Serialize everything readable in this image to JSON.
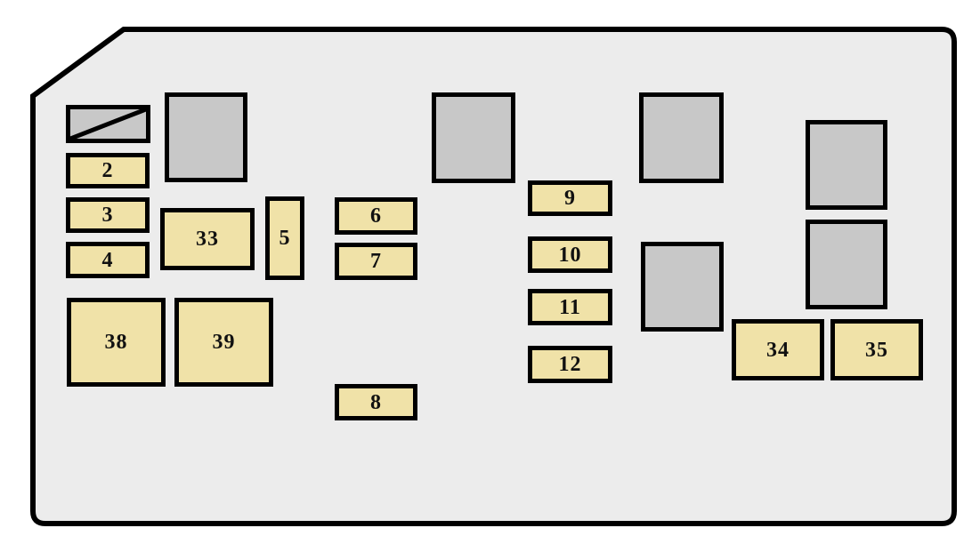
{
  "colors": {
    "page_bg": "#ffffff",
    "panel_fill": "#ececec",
    "panel_border": "#000000",
    "fuse_fill": "#f0e2a8",
    "relay_fill": "#c8c8c8",
    "box_border": "#000000"
  },
  "fuses": [
    {
      "label": "2"
    },
    {
      "label": "3"
    },
    {
      "label": "4"
    },
    {
      "label": "33"
    },
    {
      "label": "5"
    },
    {
      "label": "6"
    },
    {
      "label": "7"
    },
    {
      "label": "9"
    },
    {
      "label": "10"
    },
    {
      "label": "11"
    },
    {
      "label": "12"
    },
    {
      "label": "38"
    },
    {
      "label": "39"
    },
    {
      "label": "8"
    },
    {
      "label": "34"
    },
    {
      "label": "35"
    }
  ]
}
